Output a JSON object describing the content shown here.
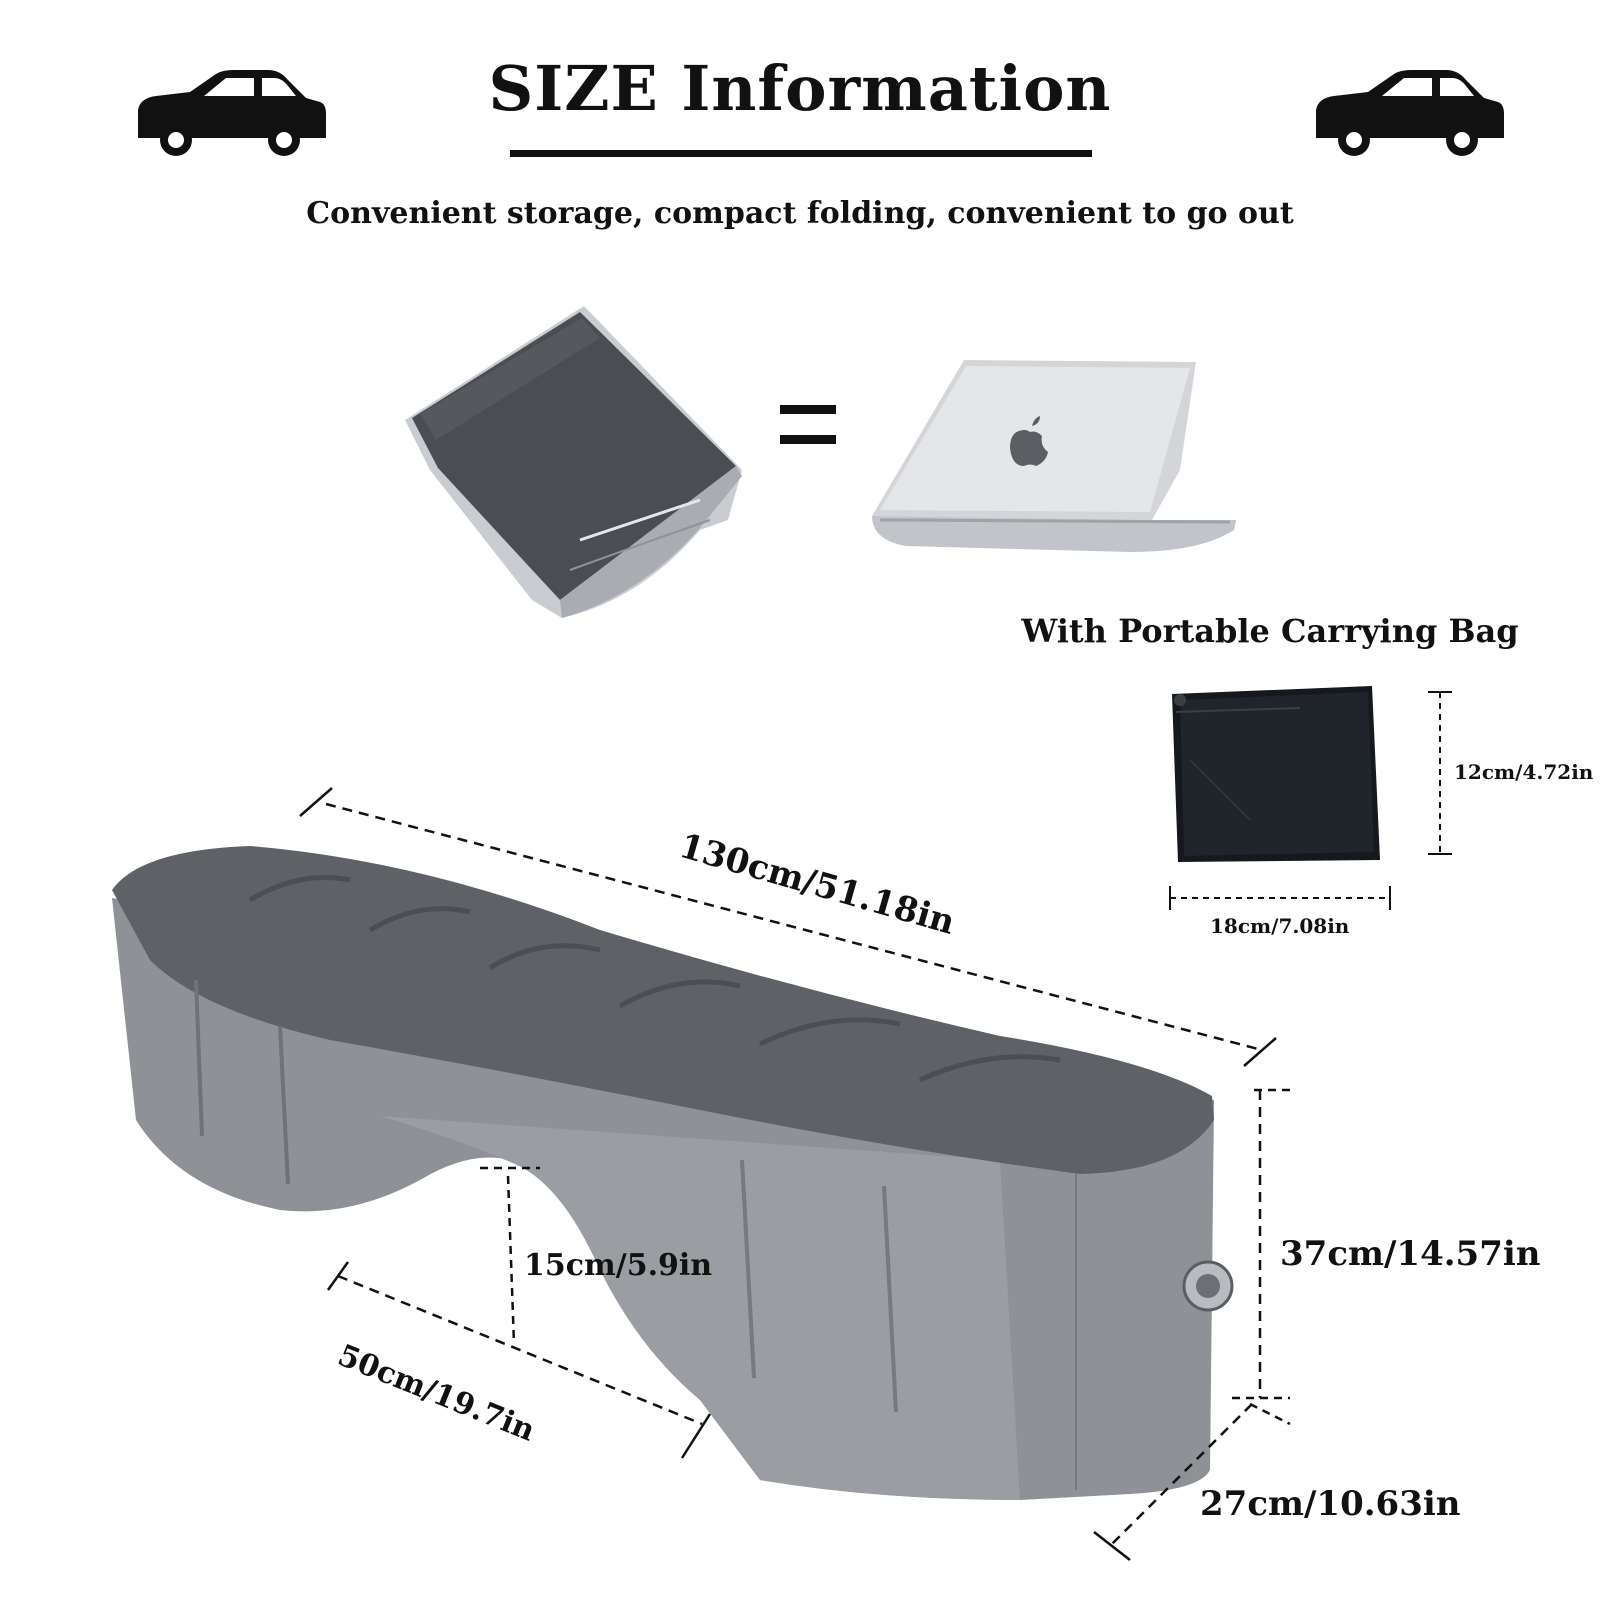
{
  "header": {
    "title": "SIZE Information",
    "subtitle": "Convenient storage, compact folding, convenient to go out",
    "left_icon": "car-icon",
    "right_icon": "car-icon"
  },
  "comparison": {
    "folded_item": "folded-mattress-image",
    "operator": "=",
    "compare_item": "laptop-image",
    "compare_logo": "apple-logo-icon"
  },
  "carry_bag": {
    "caption": "With Portable Carrying Bag",
    "height_label": "12cm/4.72in",
    "width_label": "18cm/7.08in"
  },
  "mattress": {
    "length_label": "130cm/51.18in",
    "gap_height_label": "15cm/5.9in",
    "base_width_label": "50cm/19.7in",
    "height_label": "37cm/14.57in",
    "depth_label": "27cm/10.63in",
    "valve_icon": "air-valve-icon"
  },
  "colors": {
    "text": "#111111",
    "mattress_top": "#5e6166",
    "mattress_side": "#8e9196",
    "bag": "#15181c",
    "laptop": "#c9cbce"
  }
}
